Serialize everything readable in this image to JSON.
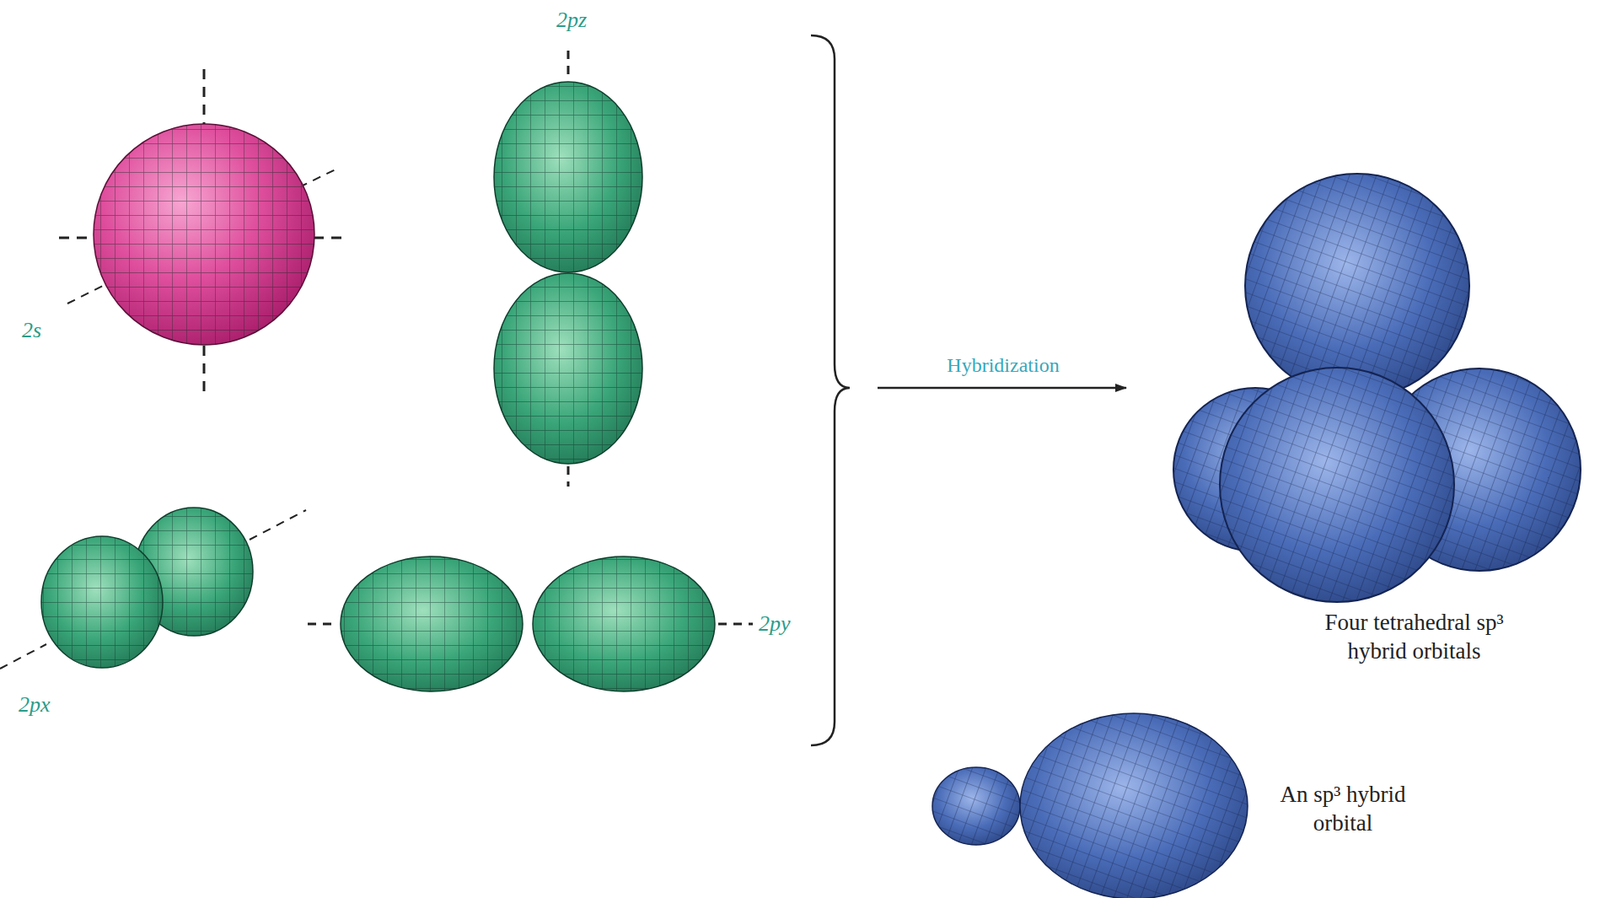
{
  "diagram": {
    "labels": [
      "2pz",
      "2s",
      "2px",
      "2py",
      "Hybridization",
      "Four tetrahedral sp³ hybrid orbitals",
      "An sp³ hybrid orbital"
    ]
  }
}
